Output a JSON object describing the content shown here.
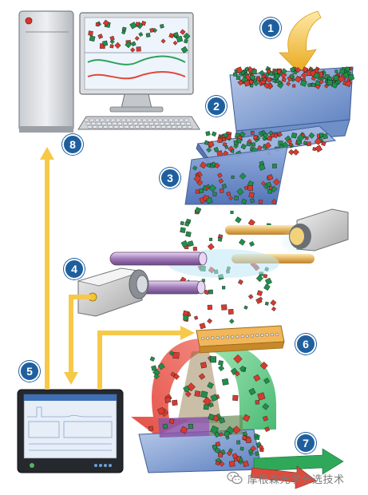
{
  "steps": [
    {
      "number": "1",
      "name": "infeed-arrow"
    },
    {
      "number": "2",
      "name": "vibratory-feeder"
    },
    {
      "number": "3",
      "name": "chute"
    },
    {
      "number": "4",
      "name": "line-scan-camera"
    },
    {
      "number": "5",
      "name": "control-panel"
    },
    {
      "number": "6",
      "name": "air-ejector-valves"
    },
    {
      "number": "7",
      "name": "accept-reject-output"
    },
    {
      "number": "8",
      "name": "computer"
    }
  ],
  "watermark": {
    "text": "摩根森光学分选技术"
  },
  "colors": {
    "badge": "#1f5f9e",
    "signal_arrow": "#f7c948",
    "feed_arrow": "#f0b323",
    "reject": "#e8473c",
    "accept": "#25a55a",
    "product_red": "#d83a2e",
    "product_green": "#1f8f4a"
  },
  "icons": [
    "wechat-icon"
  ]
}
